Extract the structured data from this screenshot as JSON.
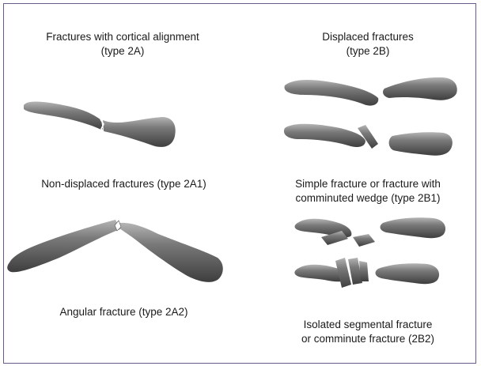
{
  "panels": {
    "left": {
      "header": {
        "line1": "Fractures with cortical alignment",
        "line2": "(type 2A)"
      },
      "nondisplaced_caption": "Non-displaced fractures (type 2A1)",
      "angular_caption": "Angular fracture (type 2A2)"
    },
    "right": {
      "header": {
        "line1": "Displaced fractures",
        "line2": "(type 2B)"
      },
      "simple_caption": {
        "line1": "Simple fracture or fracture with",
        "line2": "comminuted wedge (type 2B1)"
      },
      "segmental_caption": {
        "line1": "Isolated segmental fracture",
        "line2": "or comminute fracture (2B2)"
      }
    }
  },
  "colors": {
    "border": "#6a5a8c",
    "bone_fill": "#6f6f6f",
    "bone_shadow": "#3e3e3e",
    "bone_highlight": "#b5b5b5"
  }
}
